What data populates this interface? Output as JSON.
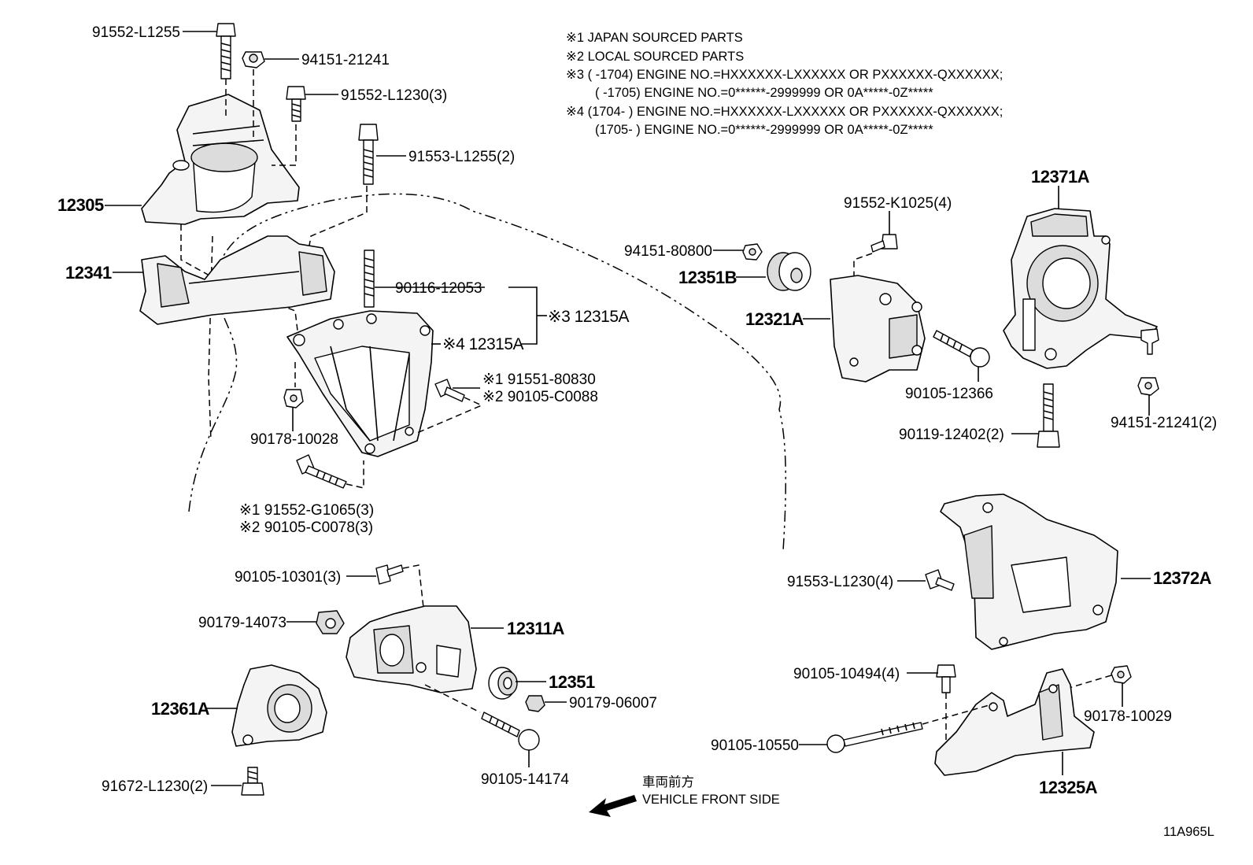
{
  "notes": [
    "※1 JAPAN SOURCED PARTS",
    "※2 LOCAL SOURCED PARTS",
    "※3 (      -1704) ENGINE NO.=HXXXXXX-LXXXXXX OR PXXXXXX-QXXXXXX;",
    "(      -1705) ENGINE NO.=0******-2999999 OR 0A*****-0Z*****",
    "※4 (1704-       ) ENGINE NO.=HXXXXXX-LXXXXXX OR PXXXXXX-QXXXXXX;",
    "(1705-       ) ENGINE NO.=0******-2999999 OR 0A*****-0Z*****"
  ],
  "labels": {
    "p91552_L1255": "91552-L1255",
    "p94151_21241_top": "94151-21241",
    "p91552_L1230_3": "91552-L1230(3)",
    "p91553_L1255_2": "91553-L1255(2)",
    "p12305": "12305",
    "p12341": "12341",
    "p90116_12053": "90116-12053",
    "p12315A_3": "※3 12315A",
    "p12315A_4": "※4 12315A",
    "p91551_80830": "※1 91551-80830",
    "p90105_C0088": "※2 90105-C0088",
    "p90178_10028": "90178-10028",
    "p91552_G1065": "※1 91552-G1065(3)",
    "p90105_C0078": "※2 90105-C0078(3)",
    "p90105_10301": "90105-10301(3)",
    "p90179_14073": "90179-14073",
    "p12311A": "12311A",
    "p12361A": "12361A",
    "p12351": "12351",
    "p90179_06007": "90179-06007",
    "p90105_14174": "90105-14174",
    "p91672_L1230": "91672-L1230(2)",
    "p94151_80800": "94151-80800",
    "p12351B": "12351B",
    "p91552_K1025": "91552-K1025(4)",
    "p12321A": "12321A",
    "p90105_12366": "90105-12366",
    "p12371A": "12371A",
    "p90119_12402": "90119-12402(2)",
    "p94151_21241_r": "94151-21241(2)",
    "p91553_L1230": "91553-L1230(4)",
    "p12372A": "12372A",
    "p90105_10494": "90105-10494(4)",
    "p90178_10029": "90178-10029",
    "p90105_10550": "90105-10550",
    "p12325A": "12325A"
  },
  "front": {
    "jp": "車両前方",
    "en": "VEHICLE FRONT SIDE"
  },
  "code": "11A965L"
}
